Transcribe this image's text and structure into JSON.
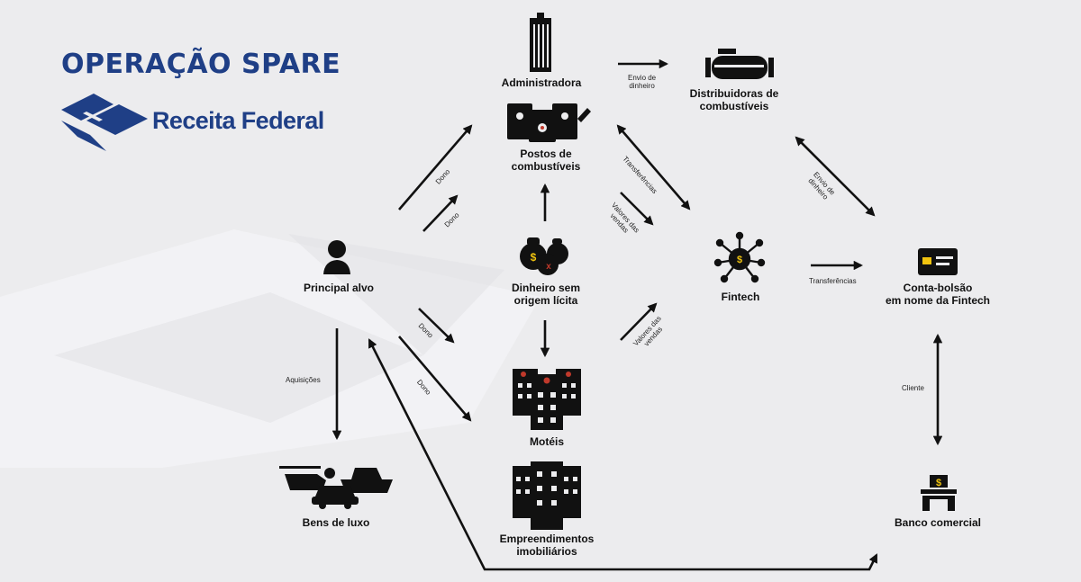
{
  "header": {
    "title": "OPERAÇÃO SPARE",
    "brand": "Receita Federal"
  },
  "nodes": {
    "administradora": "Administradora",
    "distribuidoras": [
      "Distribuidoras de",
      "combustíveis"
    ],
    "postos": [
      "Postos de",
      "combustíveis"
    ],
    "principal": "Principal alvo",
    "dinheiro": [
      "Dinheiro sem",
      "origem lícita"
    ],
    "fintech": "Fintech",
    "conta": [
      "Conta-bolsão",
      "em nome da Fintech"
    ],
    "moteis": "Motéis",
    "bens": "Bens de luxo",
    "empreendimentos": [
      "Empreendimentos",
      "imobiliários"
    ],
    "banco": "Banco comercial"
  },
  "edges": {
    "envio_dinheiro_admin": [
      "Envio de",
      "dinheiro"
    ],
    "dono_1": "Dono",
    "dono_2": "Dono",
    "dono_3": "Dono",
    "dono_4": "Dono",
    "transferencias_postos": "Transferências",
    "valores_vendas_postos": [
      "Valores das",
      "vendas"
    ],
    "valores_vendas_moteis": [
      "Valores das",
      "vendas"
    ],
    "envio_dinheiro_conta": [
      "Envio de",
      "dinheiro"
    ],
    "transferencias_fintech": "Transferências",
    "aquisicoes": "Aquisições",
    "cliente": "Cliente"
  },
  "colors": {
    "title": "#1f3f86",
    "icon": "#111111",
    "background": "#ececee",
    "accent_red": "#c0392b",
    "accent_yellow": "#f1c40f"
  }
}
